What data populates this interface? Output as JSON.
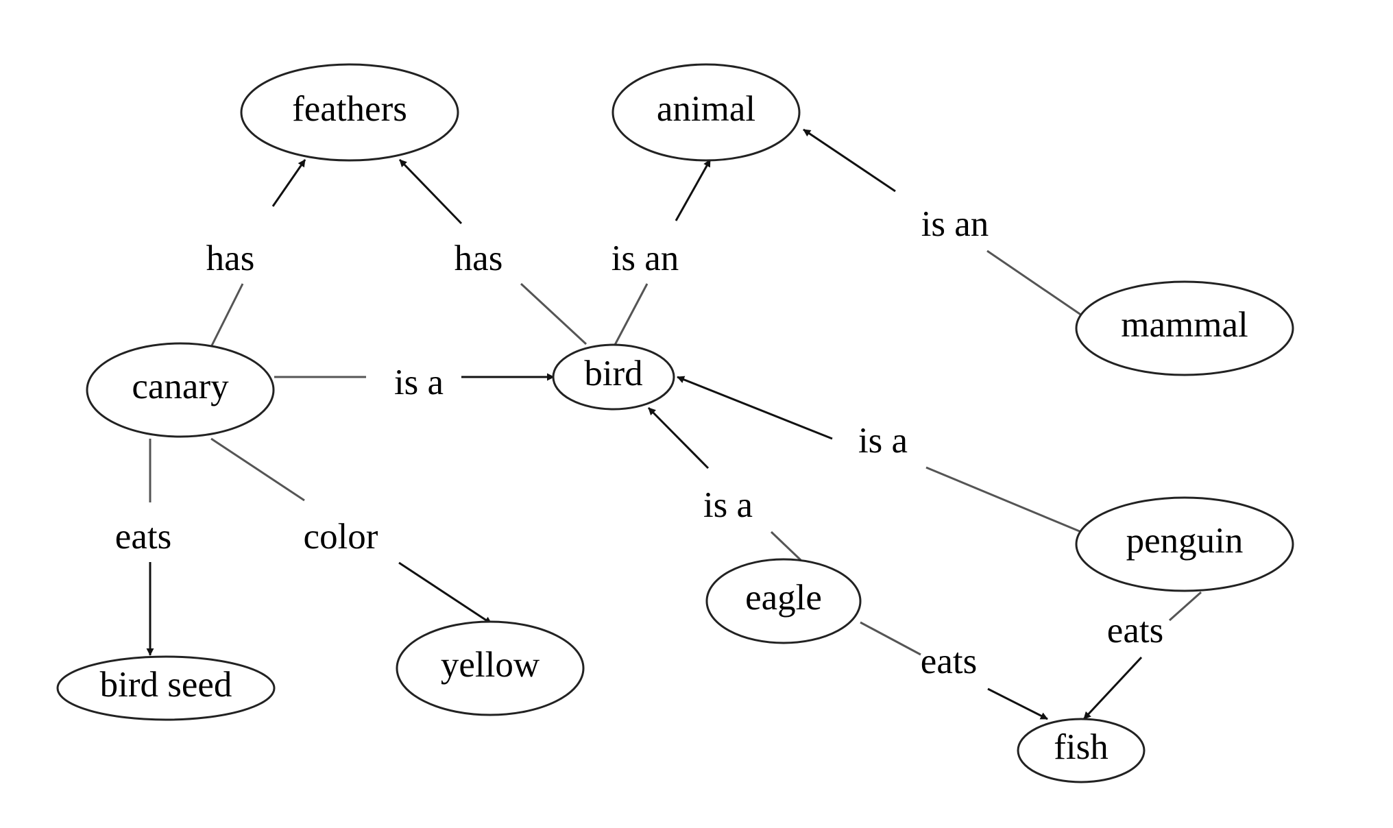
{
  "nodes": [
    {
      "id": "feathers",
      "label": "feathers"
    },
    {
      "id": "animal",
      "label": "animal"
    },
    {
      "id": "mammal",
      "label": "mammal"
    },
    {
      "id": "canary",
      "label": "canary"
    },
    {
      "id": "bird",
      "label": "bird"
    },
    {
      "id": "penguin",
      "label": "penguin"
    },
    {
      "id": "eagle",
      "label": "eagle"
    },
    {
      "id": "bird_seed",
      "label": "bird seed"
    },
    {
      "id": "yellow",
      "label": "yellow"
    },
    {
      "id": "fish",
      "label": "fish"
    }
  ],
  "edges": [
    {
      "id": "canary_has_feathers",
      "from": "canary",
      "to": "feathers",
      "label": "has"
    },
    {
      "id": "bird_has_feathers",
      "from": "bird",
      "to": "feathers",
      "label": "has"
    },
    {
      "id": "bird_isan_animal",
      "from": "bird",
      "to": "animal",
      "label": "is an"
    },
    {
      "id": "mammal_isan_animal",
      "from": "mammal",
      "to": "animal",
      "label": "is an"
    },
    {
      "id": "canary_isa_bird",
      "from": "canary",
      "to": "bird",
      "label": "is a"
    },
    {
      "id": "penguin_isa_bird",
      "from": "penguin",
      "to": "bird",
      "label": "is a"
    },
    {
      "id": "eagle_isa_bird",
      "from": "eagle",
      "to": "bird",
      "label": "is a"
    },
    {
      "id": "canary_eats_birdseed",
      "from": "canary",
      "to": "bird_seed",
      "label": "eats"
    },
    {
      "id": "canary_color_yellow",
      "from": "canary",
      "to": "yellow",
      "label": "color"
    },
    {
      "id": "eagle_eats_fish",
      "from": "eagle",
      "to": "fish",
      "label": "eats"
    },
    {
      "id": "penguin_eats_fish",
      "from": "penguin",
      "to": "fish",
      "label": "eats"
    }
  ]
}
